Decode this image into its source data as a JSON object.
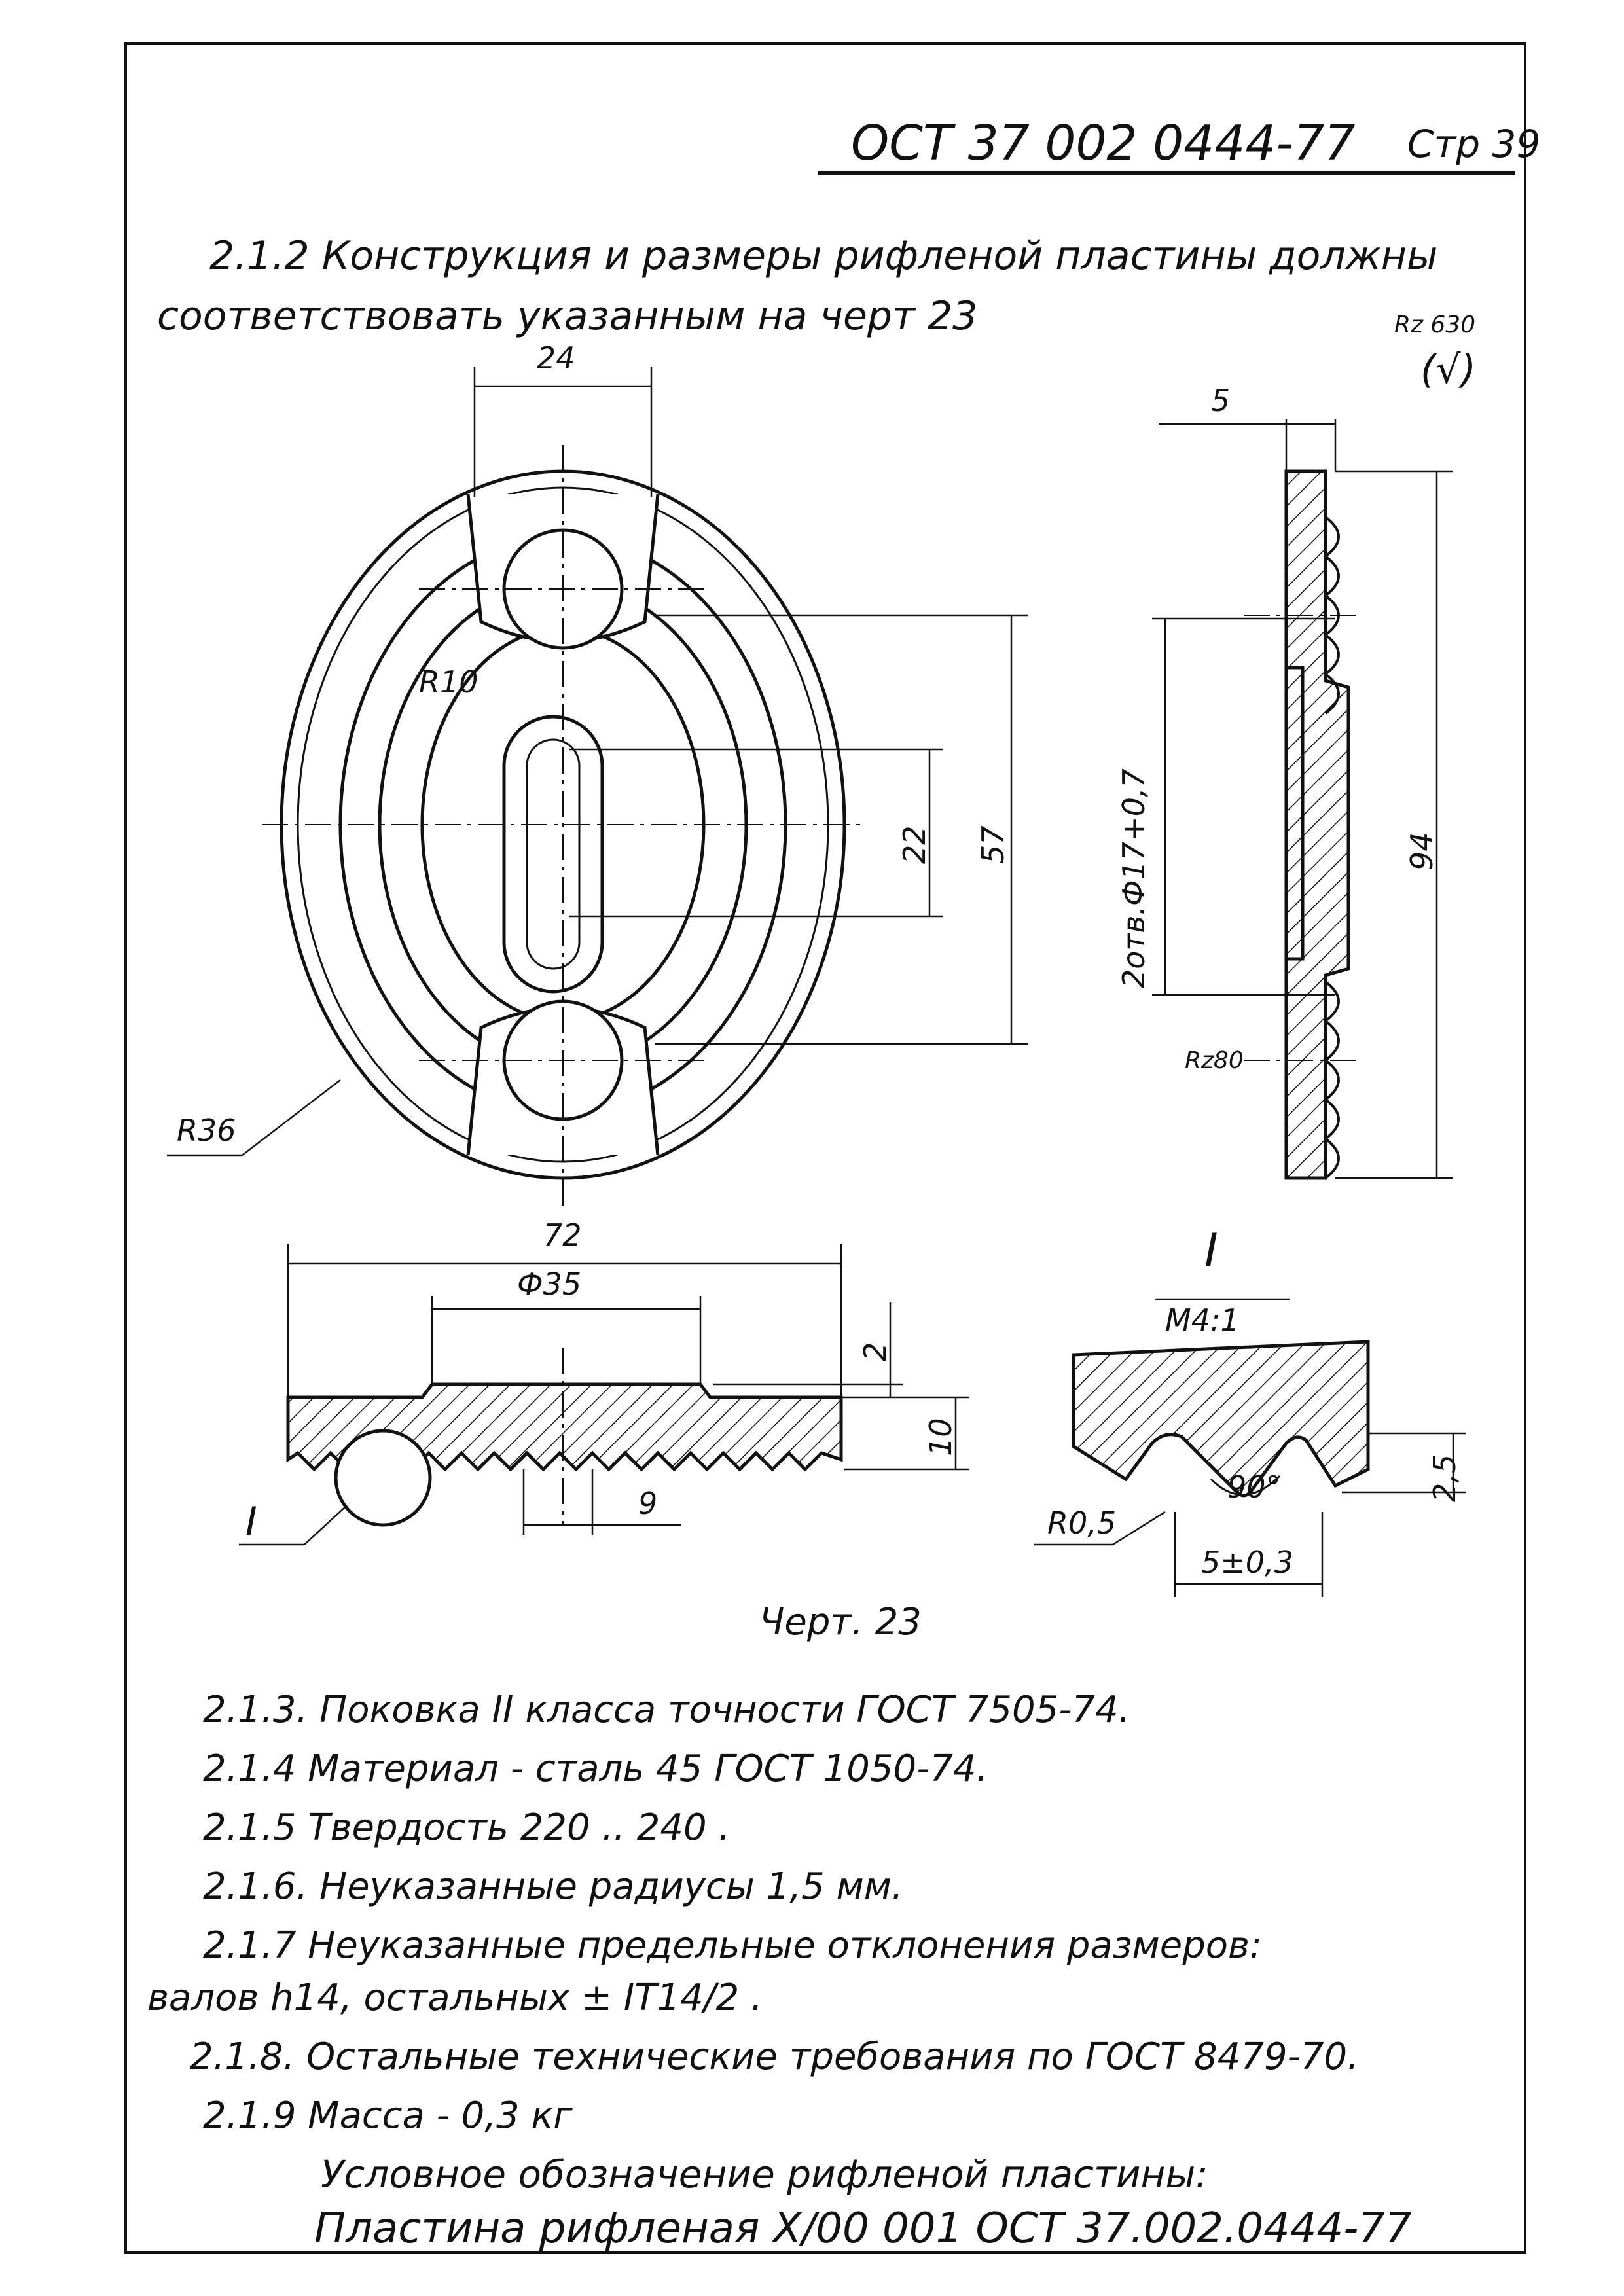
{
  "header": {
    "doc_code": "ОСТ 37 002 0444-77",
    "page": "Стр 39"
  },
  "intro": {
    "line1": "2.1.2 Конструкция и размеры рифленой пластины должны",
    "line2": "соответствовать указанным на черт 23"
  },
  "roughness": {
    "main": "Rz 630",
    "symbol": "(√)",
    "section_label": "Rz80"
  },
  "drawing": {
    "plan_view": {
      "dim_width": "24",
      "dim_radius_inner": "R10",
      "dim_radius_outer": "R36",
      "dim_slot": "22",
      "dim_centers": "57"
    },
    "side_view": {
      "dim_thickness": "5",
      "dim_length": "94",
      "holes": "2отв.Ф17+0,7"
    },
    "front_section": {
      "dim_width": "72",
      "dim_dia": "Ф35",
      "dim_height_top": "2",
      "dim_height": "10",
      "dim_pitch": "9",
      "detail_ref": "I"
    },
    "detail": {
      "title": "I",
      "scale": "М4:1",
      "radius": "R0,5",
      "angle": "90°",
      "depth": "2,5",
      "pitch": "5±0,3"
    },
    "caption": "Черт. 23"
  },
  "specs": [
    "2.1.3. Поковка II класса точности ГОСТ 7505-74.",
    "2.1.4 Материал - сталь 45 ГОСТ 1050-74.",
    "2.1.5 Твердость 220 .. 240 .",
    "2.1.6. Неуказанные радиусы 1,5 мм.",
    "2.1.7 Неуказанные предельные отклонения размеров:",
    "валов h14, остальных ± IT14/2 .",
    "2.1.8. Остальные технические требования по ГОСТ 8479-70.",
    "2.1.9 Масса - 0,3 кг"
  ],
  "designation": {
    "label": "Условное обозначение рифленой пластины:",
    "value": "Пластина рифленая X/00 001 ОСТ 37.002.0444-77"
  }
}
